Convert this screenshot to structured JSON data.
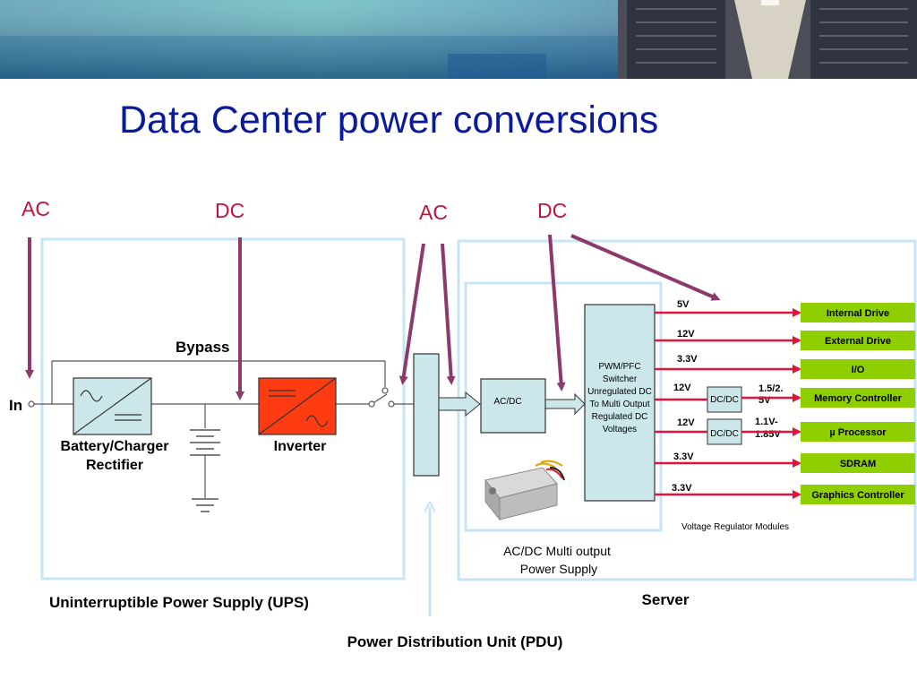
{
  "title": "Data Center power conversions",
  "colors": {
    "title": "#0a1a9a",
    "accent_red": "#e0143c",
    "arrow_purple": "#8b3a6b",
    "box_fill": "#cce7ea",
    "box_border": "#c6e5f5",
    "output_green": "#8fcf00",
    "inverter_orange": "#ff3b12"
  },
  "markers": {
    "ac_left": "AC",
    "dc_left": "DC",
    "ac_mid": "AC",
    "dc_right": "DC"
  },
  "ups": {
    "input_label": "In",
    "bypass_label": "Bypass",
    "rectifier_label_line1": "Battery/Charger",
    "rectifier_label_line2": "Rectifier",
    "inverter_label": "Inverter",
    "caption": "Uninterruptible Power Supply (UPS)"
  },
  "pdu": {
    "caption": "Power Distribution Unit (PDU)"
  },
  "server": {
    "caption": "Server",
    "acdc_box_label": "AC/DC",
    "pwm_lines": [
      "PWM/PFC",
      "Switcher",
      "Unregulated DC",
      "To Multi Output",
      "Regulated DC",
      "Voltages"
    ],
    "psu_caption_line1": "AC/DC Multi output",
    "psu_caption_line2": "Power Supply",
    "vrm_caption": "Voltage Regulator Modules",
    "dcdc_1": "DC/DC",
    "dcdc_2": "DC/DC",
    "dcdc_1_out_line1": "1.5/2.",
    "dcdc_1_out_line2": "5V",
    "dcdc_2_out_line1": "1.1V-",
    "dcdc_2_out_line2": "1.85V",
    "rails": [
      {
        "voltage": "5V",
        "target": "Internal Drive"
      },
      {
        "voltage": "12V",
        "target": "External Drive"
      },
      {
        "voltage": "3.3V",
        "target": "I/O"
      },
      {
        "voltage": "12V",
        "target": "Memory Controller"
      },
      {
        "voltage": "12V",
        "target": "µ Processor"
      },
      {
        "voltage": "3.3V",
        "target": "SDRAM"
      },
      {
        "voltage": "3.3V",
        "target": "Graphics Controller"
      }
    ]
  }
}
